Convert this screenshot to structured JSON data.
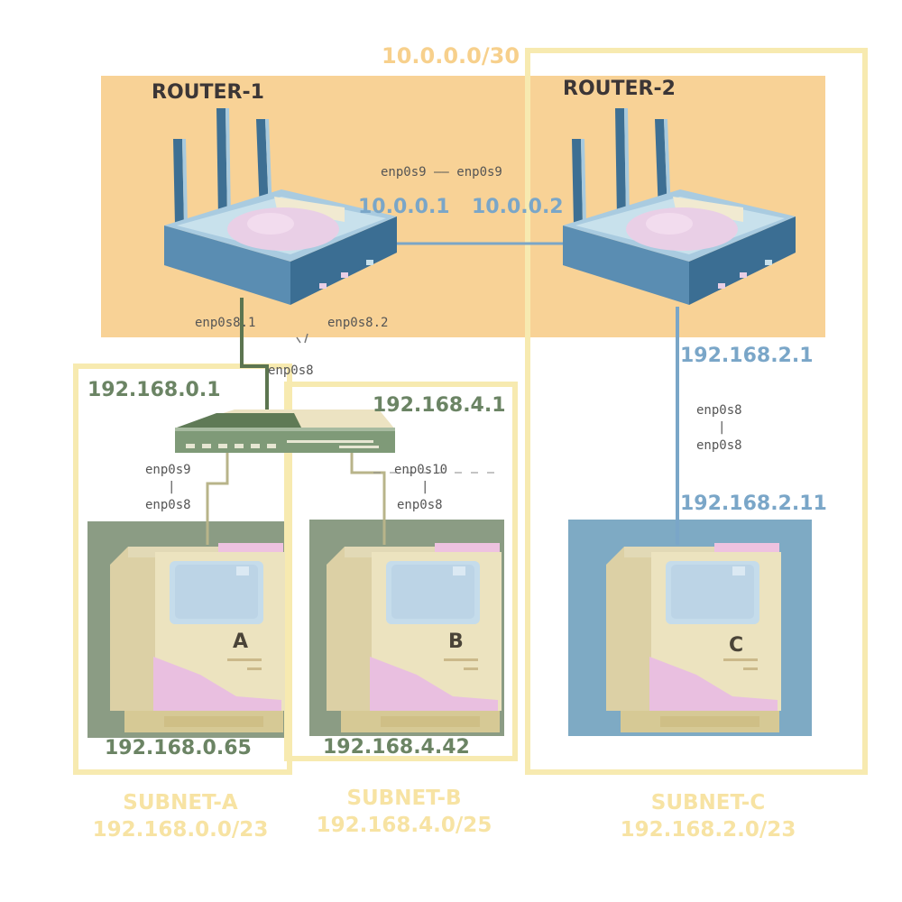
{
  "network": {
    "link_subnet": "10.0.0.0/30",
    "link_interfaces": "enp0s9 —— enp0s9"
  },
  "router1": {
    "name": "ROUTER-1",
    "link_ip": "10.0.0.1",
    "iface_left": "enp0s8.1",
    "iface_right": "enp0s8.2",
    "iface_trunk": "enp0s8"
  },
  "router2": {
    "name": "ROUTER-2",
    "link_ip": "10.0.0.2",
    "lan_ip": "192.168.2.1",
    "iface_router": "enp0s8",
    "iface_sep": "|",
    "iface_host": "enp0s8"
  },
  "switch": {
    "gateway_a": "192.168.0.1",
    "gateway_b": "192.168.4.1",
    "port_a": "enp0s9",
    "port_a_sep": "|",
    "port_a_host": "enp0s8",
    "port_b": "enp0s10",
    "port_b_sep": "|",
    "port_b_host": "enp0s8"
  },
  "hosts": {
    "a": {
      "letter": "A",
      "ip": "192.168.0.65"
    },
    "b": {
      "letter": "B",
      "ip": "192.168.4.42"
    },
    "c": {
      "letter": "C",
      "ip": "192.168.2.11"
    }
  },
  "subnets": {
    "a": {
      "name": "SUBNET-A",
      "cidr": "192.168.0.0/23"
    },
    "b": {
      "name": "SUBNET-B",
      "cidr": "192.168.4.0/25"
    },
    "c": {
      "name": "SUBNET-C",
      "cidr": "192.168.2.0/23"
    }
  },
  "colors": {
    "router_zone": "#f8d296",
    "subnet_frame": "#f7eab0",
    "host_a_bg": "#8b9c84",
    "host_b_bg": "#8b9c84",
    "host_c_bg": "#7eaac4",
    "link_blue": "#7aa6c8",
    "link_green": "#5c7550"
  }
}
